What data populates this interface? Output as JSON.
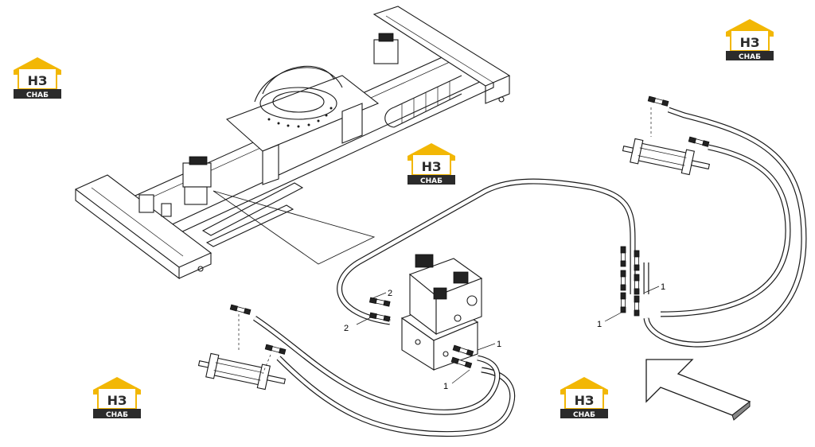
{
  "watermark": {
    "text": "СНАБ",
    "logo_letters": "НЗ",
    "colors": {
      "roof": "#f2b705",
      "dark": "#2b2b2b",
      "background": "#ffffff"
    }
  },
  "labels": {
    "left_lower": "2",
    "left_upper": "2",
    "center_upper": "1",
    "center_lower": "1",
    "right_upper": "1",
    "right_lower": "1"
  }
}
